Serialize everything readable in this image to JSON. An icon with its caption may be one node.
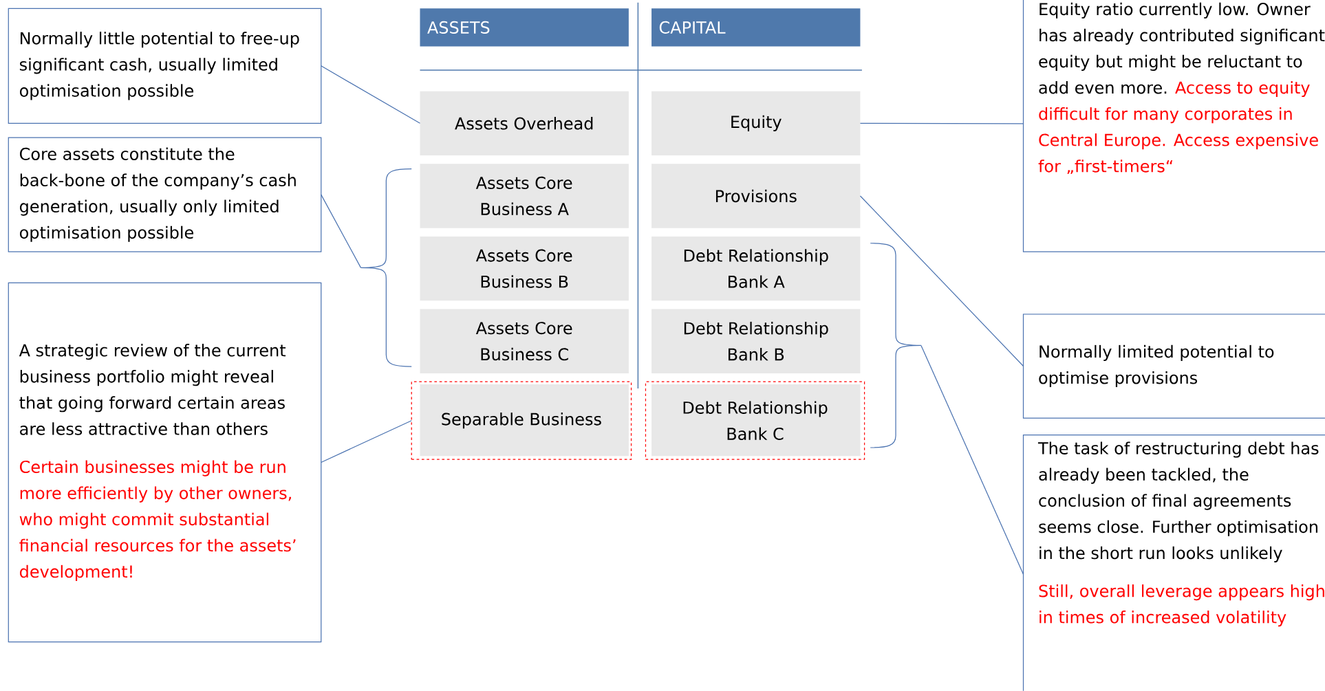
{
  "diagram": {
    "nodes": [
      {
        "text": [
          "Normally little potential to free-up significant cash, usually limited optimisation possible"
        ]
      },
      {
        "text": [
          "Core assets constitute the back-bone of the company’s cash generation, usually only limited optimisation possible"
        ]
      },
      {
        "text": [
          "A strategic review of the current business portfolio might reveal that going forward certain areas are less attractive than others",
          "Certain businesses might be run more efficiently by other owners, who might commit substantial financial resources for the assets’ development!"
        ]
      },
      {
        "text": [
          "ASSETS"
        ]
      },
      {
        "text": [
          "CAPITAL"
        ]
      },
      {
        "text": [
          "Assets Overhead"
        ]
      },
      {
        "text": [
          "Assets Core Business A"
        ]
      },
      {
        "text": [
          "Assets Core Business B"
        ]
      },
      {
        "text": [
          "Assets Core Business C"
        ]
      },
      {
        "text": [
          "Separable Business"
        ]
      },
      {
        "text": [
          "Equity"
        ]
      },
      {
        "text": [
          "Provisions"
        ]
      },
      {
        "text": [
          "Debt Relationship Bank A"
        ]
      },
      {
        "text": [
          "Debt Relationship Bank B"
        ]
      },
      {
        "text": [
          "Debt Relationship Bank C"
        ]
      },
      {
        "text": [
          "Equity ratio currently low. Owner has already contributed significant equity but might be reluctant to add even more.",
          "Access to equity difficult for many corporates in Central Europe. Access expensive for „first-timers“"
        ]
      },
      {
        "text": [
          "Normally limited potential to optimise provisions"
        ]
      },
      {
        "text": [
          "The task of restructuring debt has already been tackled, the conclusion of final agreements seems close. Further optimisation in the short run looks unlikely",
          "Still, overall leverage appears high in times of increased volatility"
        ]
      },
      {
        "text": [],
        "shape": "bracket"
      },
      {
        "text": [],
        "shape": "bracket"
      }
    ],
    "edges": [
      {
        "from": 0,
        "to": 5,
        "arrow": "none"
      },
      {
        "from": 1,
        "to": 18,
        "arrow": "none"
      },
      {
        "from": 2,
        "to": 9,
        "arrow": "none"
      },
      {
        "from": 10,
        "to": 15,
        "arrow": "none"
      },
      {
        "from": 11,
        "to": 16,
        "arrow": "none"
      },
      {
        "from": 17,
        "to": 19,
        "arrow": "none"
      }
    ]
  }
}
